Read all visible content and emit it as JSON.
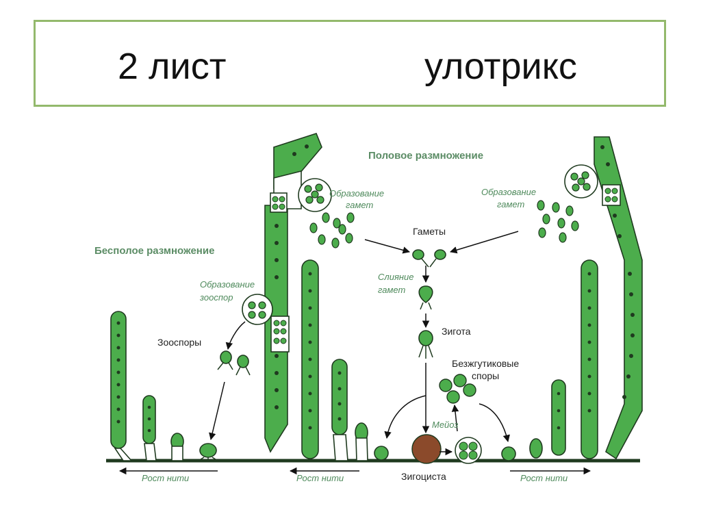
{
  "title": {
    "left": "2 лист",
    "right": "улотрикс"
  },
  "headings": {
    "sexual": "Половое размножение",
    "asexual": "Бесполое размножение"
  },
  "labels": {
    "gamete_formation_left_1": "Образование",
    "gamete_formation_left_2": "гамет",
    "gamete_formation_right_1": "Образование",
    "gamete_formation_right_2": "гамет",
    "gametes": "Гаметы",
    "fusion_1": "Слияние",
    "fusion_2": "гамет",
    "zygote": "Зигота",
    "aflagellate_1": "Безжгутиковые",
    "aflagellate_2": "споры",
    "meiosis": "Мейоз",
    "zygocyst": "Зигоциста",
    "zoospore_formation_1": "Образование",
    "zoospore_formation_2": "зооспор",
    "zoospores": "Зооспоры",
    "growth_1": "Рост нити",
    "growth_2": "Рост нити",
    "growth_3": "Рост нити"
  },
  "colors": {
    "cell_green": "#4cad4c",
    "outline": "#1f3a1f",
    "label_green": "#5b8c65",
    "frame_green": "#93b96c",
    "zygocyst_brown": "#8b4a2b"
  }
}
